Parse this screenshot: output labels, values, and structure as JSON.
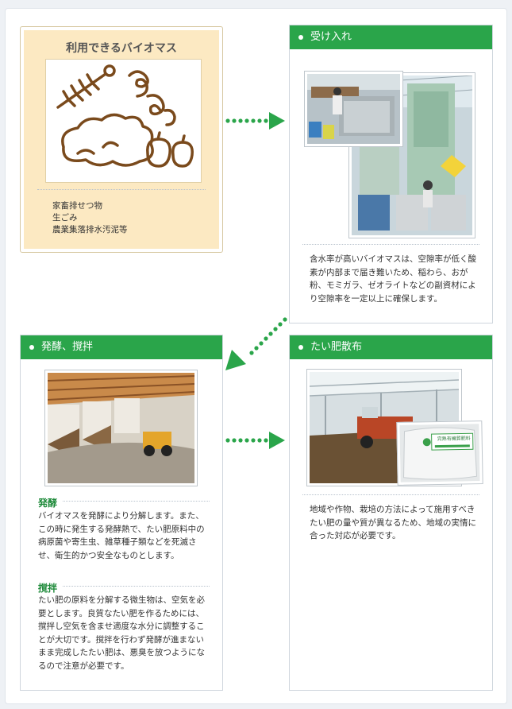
{
  "biomass": {
    "title": "利用できるバイオマス",
    "items": [
      "家畜排せつ物",
      "生ごみ",
      "農業集落排水汚泥等"
    ]
  },
  "receiving": {
    "heading": "受け入れ",
    "text": "含水率が高いバイオマスは、空隙率が低く酸素が内部まで届き難いため、稲わら、おが粉、モミガラ、ゼオライトなどの副資材により空隙率を一定以上に確保します。"
  },
  "fermentation": {
    "heading": "発酵、撹拌",
    "sub1_title": "発酵",
    "sub1_text": "バイオマスを発酵により分解します。また、この時に発生する発酵熱で、たい肥原料中の病原菌や寄生虫、雑草種子類などを死滅させ、衛生的かつ安全なものとします。",
    "sub2_title": "撹拌",
    "sub2_text": "たい肥の原料を分解する微生物は、空気を必要とします。良質なたい肥を作るためには、撹拌し空気を含ませ適度な水分に調整することが大切です。撹拌を行わず発酵が進まないまま完成したたい肥は、悪臭を放つようになるので注意が必要です。"
  },
  "spreading": {
    "heading": "たい肥散布",
    "text": "地域や作物、栽培の方法によって施用すべきたい肥の量や質が異なるため、地域の実情に合った対応が必要です。",
    "bag_label": "完熟有機質肥料"
  },
  "colors": {
    "green": "#2aa54a",
    "dark_green": "#1e8a3a",
    "biomass_bg": "#fce9c2"
  }
}
